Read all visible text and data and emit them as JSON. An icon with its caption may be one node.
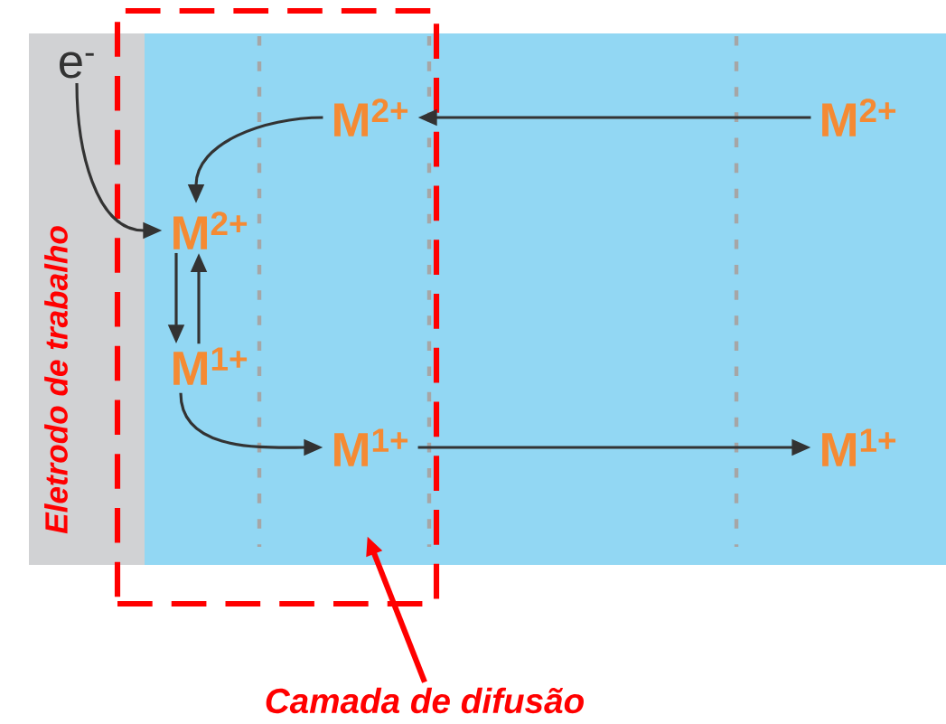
{
  "diagram": {
    "nodes": [
      {
        "text": [
          "e$^{-}$"
        ]
      },
      {
        "text": [],
        "shape": "box"
      },
      {
        "text": [
          "M$^{2+}$"
        ],
        "in": 1
      },
      {
        "text": [
          "M$^{2+}$"
        ]
      },
      {
        "text": [
          "M$^{2+}$"
        ],
        "in": 1
      },
      {
        "text": [
          "M$^{1+}$"
        ],
        "in": 1
      },
      {
        "text": [
          "M$^{1+}$"
        ],
        "in": 1
      },
      {
        "text": [
          "M$^{1+}$"
        ]
      },
      {
        "text": [
          "Eletrodo de trabalho"
        ]
      },
      {
        "text": [
          "Camada de difusão"
        ]
      }
    ],
    "edges": [
      {
        "from": 0,
        "to": 4,
        "arrow": "to"
      },
      {
        "from": 2,
        "to": 4,
        "arrow": "to"
      },
      {
        "from": 3,
        "to": 2,
        "arrow": "to"
      },
      {
        "from": 4,
        "to": 5,
        "arrow": "to"
      },
      {
        "from": 5,
        "to": 4,
        "arrow": "to"
      },
      {
        "from": 5,
        "to": 6,
        "arrow": "to"
      },
      {
        "from": 6,
        "to": 7,
        "arrow": "to"
      },
      {
        "from": 9,
        "to": 1,
        "arrow": "to",
        "style": "thick",
        "color": "#ff0000"
      }
    ]
  }
}
